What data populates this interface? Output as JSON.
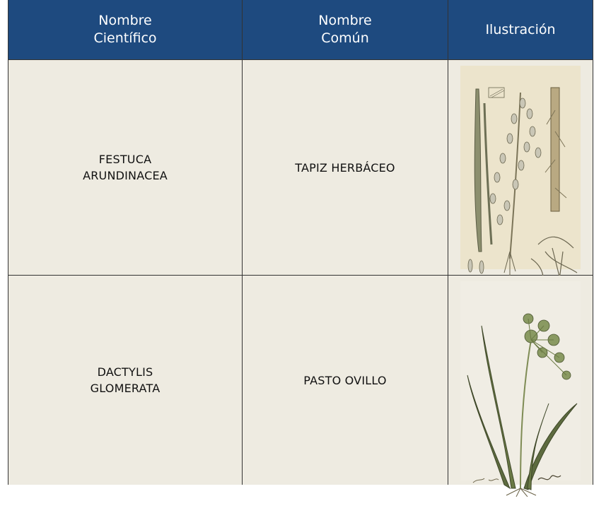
{
  "header": {
    "col1": "Nombre\nCientífico",
    "col2": "Nombre\nComún",
    "col3": "Ilustración"
  },
  "rows": [
    {
      "scientific": "FESTUCA\nARUNDINACEA",
      "common": "TAPIZ HERBÁCEO",
      "illustration": "grass-plant-illustration"
    },
    {
      "scientific": "DACTYLIS\nGLOMERATA",
      "common": "PASTO OVILLO",
      "illustration": "grass-plant-illustration"
    }
  ]
}
